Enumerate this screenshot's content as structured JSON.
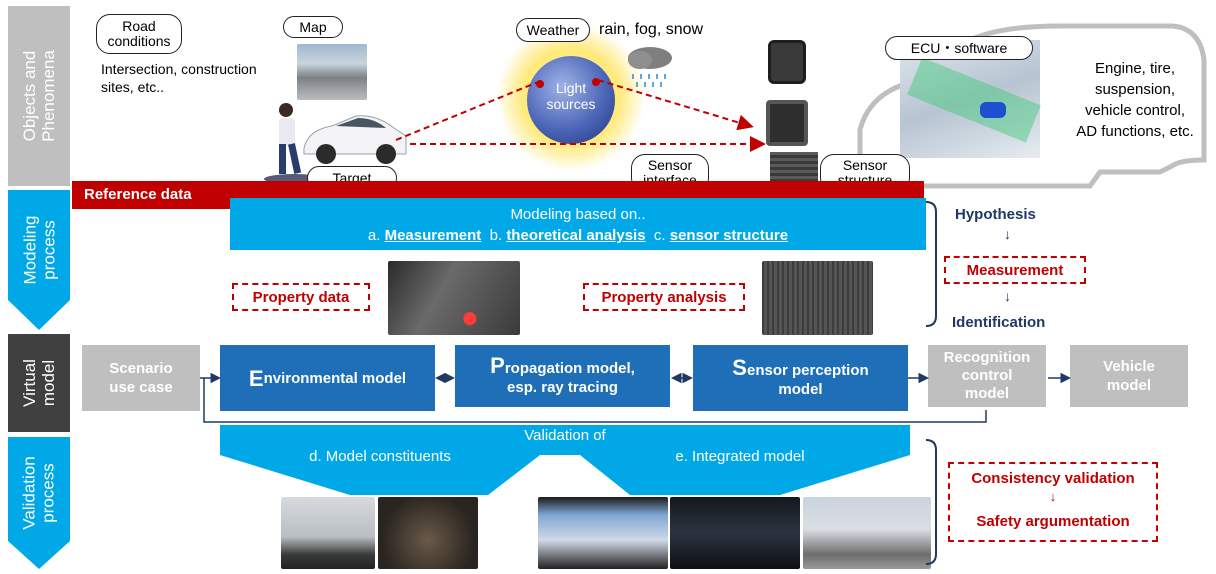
{
  "side_labels": {
    "objects": "Objects and\nPhenomena",
    "modeling": "Modeling\nprocess",
    "virtual": "Virtual\nmodel",
    "validation": "Validation\nprocess"
  },
  "top": {
    "road_conditions": "Road\nconditions",
    "road_desc": "Intersection, construction\nsites, etc..",
    "map": "Map",
    "weather": "Weather",
    "weather_desc": "rain, fog, snow",
    "light_sources": "Light\nsources",
    "target": "Target",
    "sensor_interface": "Sensor\ninterface",
    "sensor_structure": "Sensor\nstructure",
    "ecu_software": "ECU・software",
    "vehicle_desc": "Engine, tire,\nsuspension,\nvehicle control,\nAD functions, etc."
  },
  "reference_data": "Reference data",
  "modeling": {
    "line1": "Modeling based on..",
    "a_prefix": "a. ",
    "a_label": "Measurement",
    "b_prefix": "b. ",
    "b_label": "theoretical analysis",
    "c_prefix": "c. ",
    "c_label": "sensor structure",
    "property_data": "Property data",
    "property_analysis": "Property analysis",
    "hypothesis": "Hypothesis",
    "measurement": "Measurement",
    "identification": "Identification",
    "arrow_down": "↓"
  },
  "virtual": {
    "scenario": "Scenario\nuse case",
    "env_initial": "E",
    "env_rest": "nvironmental model",
    "prop_initial": "P",
    "prop_rest": "ropagation model,",
    "prop_line2": "esp. ray tracing",
    "sensor_initial": "S",
    "sensor_rest": "ensor perception",
    "sensor_line2": "model",
    "recognition": "Recognition\ncontrol\nmodel",
    "vehicle": "Vehicle\nmodel"
  },
  "validation": {
    "title": "Validation of",
    "d_label": "d. Model constituents",
    "e_label": "e. Integrated model",
    "consistency": "Consistency validation",
    "safety": "Safety argumentation",
    "arrow_down": "↓"
  },
  "colors": {
    "grey": "#bfbfbf",
    "cyan": "#00a8e8",
    "darkblue": "#1f6fb8",
    "red": "#c00000",
    "navy": "#1f3864",
    "darkgrey": "#404040"
  }
}
